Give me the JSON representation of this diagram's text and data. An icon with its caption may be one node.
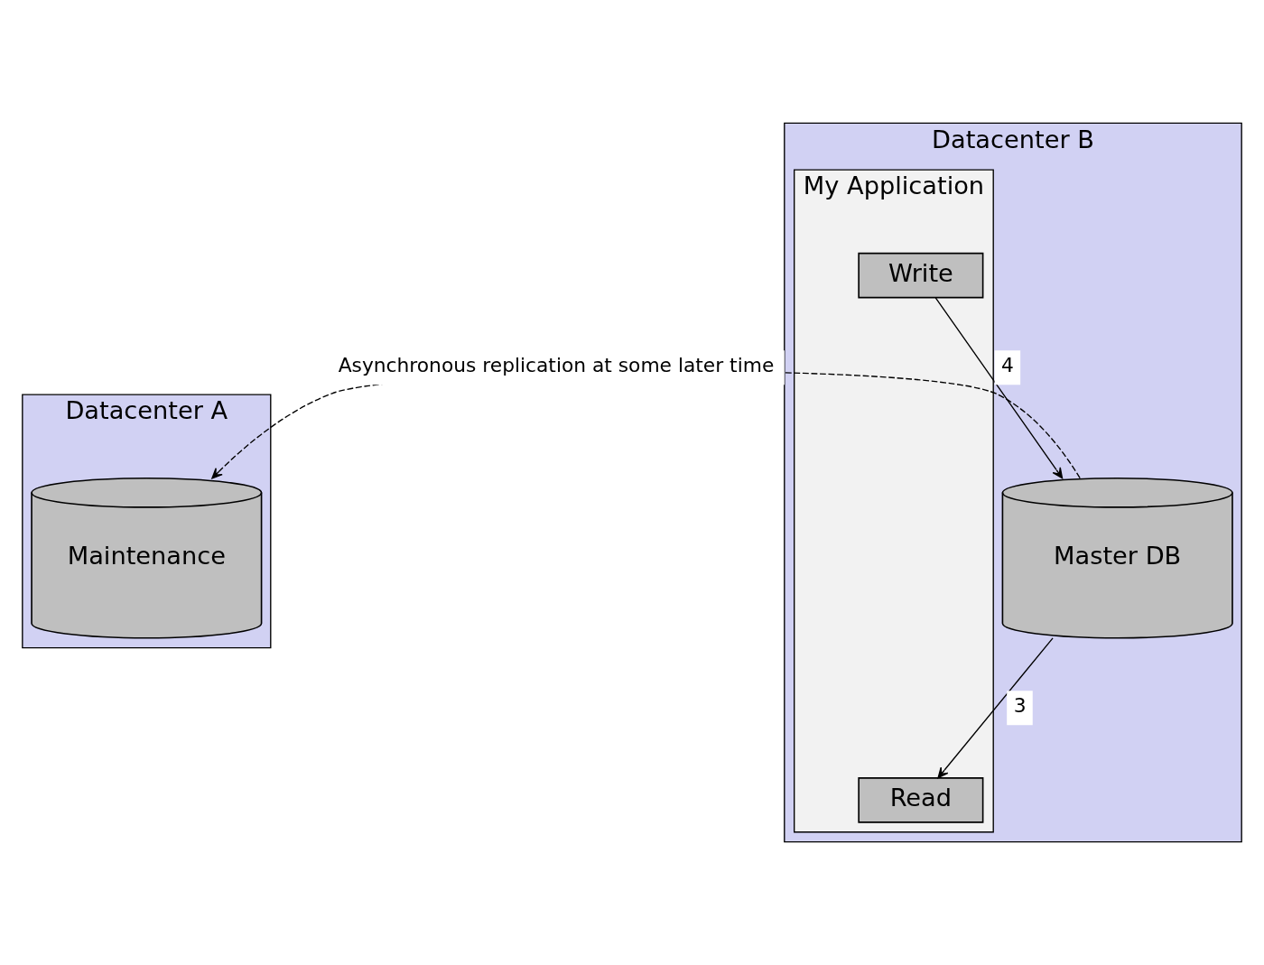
{
  "diagram": {
    "nodes": [
      {
        "text": [
          "Datacenter A"
        ]
      },
      {
        "text": [
          "Maintenance"
        ],
        "in": 0
      },
      {
        "text": [
          "Datacenter B"
        ]
      },
      {
        "text": [
          "My Application"
        ],
        "in": 2
      },
      {
        "text": [
          "Write"
        ],
        "in": 3
      },
      {
        "text": [
          "Read"
        ],
        "in": 3
      },
      {
        "text": [
          "Master DB"
        ],
        "in": 2
      }
    ],
    "edges": [
      {
        "from": 4,
        "to": 6,
        "arrow": "to",
        "label": "4"
      },
      {
        "from": 6,
        "to": 5,
        "arrow": "to",
        "label": "3"
      },
      {
        "from": 6,
        "to": 1,
        "arrow": "to",
        "label": "Asynchronous replication at some later time",
        "style": "dashed"
      }
    ]
  }
}
